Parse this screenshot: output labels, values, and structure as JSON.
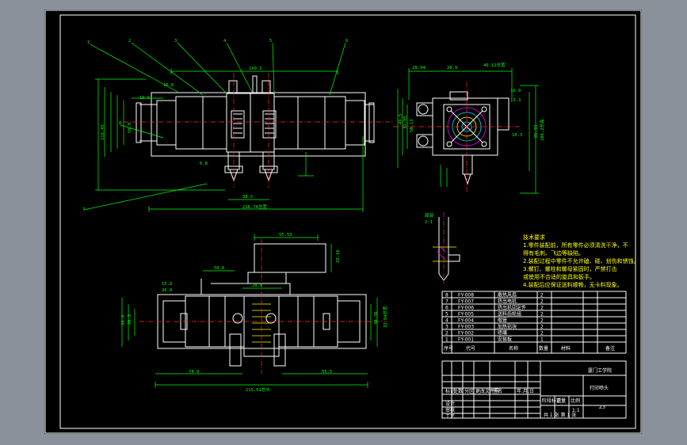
{
  "title_block": {
    "school": "厦门工学院",
    "drawing_name": "打印喷头",
    "drawing_no": "Z3",
    "scale": "1:1",
    "sheet": "共 1 张 第 1 张",
    "headers": {
      "seq": "序号",
      "code": "代号",
      "name": "名称",
      "qty": "数量",
      "material": "材料",
      "remark": "备注"
    },
    "signoff": [
      "标记",
      "处数",
      "分区",
      "更改文件号",
      "签名",
      "年.月.日"
    ],
    "design_rows": [
      "设计",
      "审核",
      "工艺"
    ],
    "stage_labels": [
      "阶段标记",
      "重量",
      "比例"
    ]
  },
  "parts_list": [
    {
      "seq": "8",
      "code": "FY-008",
      "name": "散热风扇",
      "qty": "2"
    },
    {
      "seq": "7",
      "code": "FY-007",
      "name": "挤出电机",
      "qty": "2"
    },
    {
      "seq": "6",
      "code": "FY-006",
      "name": "挤出机固定件",
      "qty": "2"
    },
    {
      "seq": "5",
      "code": "FY-005",
      "name": "送料齿轮组",
      "qty": "2"
    },
    {
      "seq": "4",
      "code": "FY-004",
      "name": "喉管",
      "qty": "2"
    },
    {
      "seq": "3",
      "code": "FY-003",
      "name": "加热铝块",
      "qty": "2"
    },
    {
      "seq": "2",
      "code": "FY-002",
      "name": "喷嘴",
      "qty": "2"
    },
    {
      "seq": "1",
      "code": "FY-001",
      "name": "安装板",
      "qty": "1"
    }
  ],
  "notes": {
    "title": "技术要求",
    "lines": [
      "1.零件装配前，所有零件必须清洗干净，不",
      "得有毛刺、飞边等缺陷。",
      "2.装配过程中零件不允许磕、碰、划伤和锈蚀。",
      "3.螺钉、螺栓和螺母紧固时，严禁打击",
      "或使用不合适的旋具和扳手。",
      "4.装配后应保证送料顺畅，无卡料现象。"
    ]
  },
  "detail_label": [
    "局部",
    "2:1"
  ],
  "balloons": [
    "1",
    "2",
    "3",
    "4",
    "5",
    "6",
    "7",
    "8"
  ],
  "dims": {
    "front_top": "149.1",
    "front_width": "216.74总宽",
    "front_height": "116.45",
    "front_bottom": "38.5",
    "front_left": [
      "16.8",
      "10.6",
      "6.8",
      "56.8"
    ],
    "side_top": [
      "28.94",
      "28.9",
      "40.12总宽"
    ],
    "side_left": [
      "49.5",
      "31.95",
      "50.13"
    ],
    "side_right": [
      "106.2总高",
      "85.93"
    ],
    "side_small": [
      "16.9",
      "15.3",
      "10.3"
    ],
    "plan_top": "55.53",
    "plan_width": "215.01总长",
    "plan_bottom": [
      "74.9",
      "55.5"
    ],
    "plan_left": [
      "34.9",
      "26.3",
      "15.8",
      "26.8"
    ],
    "plan_right": [
      "22.16",
      "30.36",
      "32.84总宽"
    ],
    "plan_mid": [
      "50.0",
      "28.4"
    ]
  },
  "colors": {
    "frame": "#ffffff",
    "dimension": "#00ff00",
    "centerline": "#ff3030",
    "background": "#000000",
    "outer": "#8b919b"
  }
}
